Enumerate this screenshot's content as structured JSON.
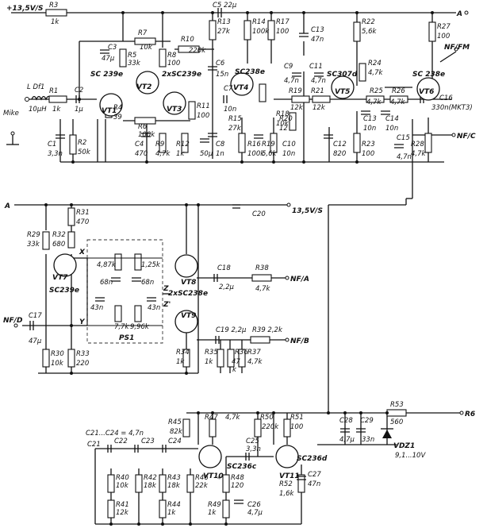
{
  "supply": {
    "rail": "+13,5V/S",
    "rail2": "13,5V/S",
    "node_a": "A"
  },
  "input": {
    "label": "Mike",
    "choke": "L Df1",
    "choke_value": "10µH"
  },
  "outputs": {
    "nf_fm": "NF/FM",
    "nf_c": "NF/C",
    "nf_a": "NF/A",
    "nf_b": "NF/B",
    "nf_d": "NF/D",
    "r6": "R6",
    "c16_note": "330n(MKT3)"
  },
  "transistors": [
    {
      "ref": "VT1",
      "type": "SC 239e"
    },
    {
      "ref": "VT2",
      "type": "2xSC239e"
    },
    {
      "ref": "VT3",
      "type": ""
    },
    {
      "ref": "VT4",
      "type": "SC238e"
    },
    {
      "ref": "VT5",
      "type": "SC307d"
    },
    {
      "ref": "VT6",
      "type": "SC 238e"
    },
    {
      "ref": "VT7",
      "type": "SC239e"
    },
    {
      "ref": "VT8",
      "type": "2xSC238e"
    },
    {
      "ref": "VT9",
      "type": ""
    },
    {
      "ref": "VT10",
      "type": "SC236c"
    },
    {
      "ref": "VT11",
      "type": "SC236d"
    }
  ],
  "block_ps1": {
    "ref": "PS1",
    "values": [
      "4,87k",
      "1,25k",
      "68n",
      "68n",
      "43n",
      "43n",
      "7,7k",
      "9,96k"
    ],
    "pins": [
      "X",
      "Y",
      "Z",
      "Z'"
    ]
  },
  "note_c21_c24": "C21...C24 = 4,7n",
  "zener": {
    "ref": "VDZ1",
    "value": "9,1...10V"
  },
  "parts": {
    "R3": "1k",
    "C5": "22µ",
    "R13": "27k",
    "R14": "100k",
    "R17": "100",
    "C13": "47n",
    "R22": "5,6k",
    "R27": "100",
    "C3": "47µ",
    "R7": "10k",
    "R5": "33k",
    "R8": "100",
    "R10": "220k",
    "R24": "4,7k",
    "C6": "15n",
    "C7": "10n",
    "C9": "4,7n",
    "C11": "4,7n",
    "R19": "12k",
    "R21": "12k",
    "R25": "4,7k",
    "R26": "4,7k",
    "C16": "330n",
    "R1": "1k",
    "C2": "1µ",
    "R4": "39",
    "R11": "100",
    "R15": "27k",
    "R18": "10k",
    "R20": "12",
    "C14": "10n",
    "C1": "3,3n",
    "R2": "50k",
    "R6": "100k",
    "C4": "470",
    "R9": "4,7k",
    "R12": "1k",
    "C8": "1n",
    "C15": "4,7n",
    "R16": "100k",
    "R19b": "5,6k",
    "C10": "10n",
    "C12": "820",
    "R23": "100",
    "R28": "4,7k",
    "C50µ": "50µ",
    "R31": "470",
    "C20": "",
    "R29": "33k",
    "R32": "680",
    "C18": "2,2µ",
    "R38": "4,7k",
    "C17": "47µ",
    "C19": "2,2µ",
    "R39": "2,2k",
    "R30": "10k",
    "R33": "220",
    "R34": "1k",
    "R35": "1k",
    "R36": "47k",
    "R37": "4,7k",
    "R53": "560",
    "C28": "4,7µ",
    "C29": "33n",
    "R45": "82k",
    "R47": "4,7k",
    "R50": "220k",
    "R51": "100",
    "C25": "3,3n",
    "C27": "47n",
    "R52": "1,6k",
    "R40": "10k",
    "R41": "12k",
    "R42": "18k",
    "R43": "18k",
    "R44": "1k",
    "R46": "22k",
    "R48": "120",
    "R49": "1k",
    "C26": "4,7µ"
  },
  "labels": [
    {
      "k": "R3",
      "t": "R3"
    },
    {
      "k": "R3v",
      "t": "1k"
    },
    {
      "k": "C5",
      "t": "C5 22µ"
    },
    {
      "k": "R13",
      "t": "R13"
    },
    {
      "k": "R13v",
      "t": "27k"
    },
    {
      "k": "R14",
      "t": "R14"
    },
    {
      "k": "R14v",
      "t": "100k"
    },
    {
      "k": "R17",
      "t": "R17"
    },
    {
      "k": "R17v",
      "t": "100"
    },
    {
      "k": "C13",
      "t": "C13"
    },
    {
      "k": "C13v",
      "t": "47n"
    },
    {
      "k": "R22",
      "t": "R22"
    },
    {
      "k": "R22v",
      "t": "5,6k"
    },
    {
      "k": "R27",
      "t": "R27"
    },
    {
      "k": "R27v",
      "t": "100"
    },
    {
      "k": "C3",
      "t": "C3"
    },
    {
      "k": "C3v",
      "t": "47µ"
    },
    {
      "k": "R7",
      "t": "R7"
    },
    {
      "k": "R7v",
      "t": "10k"
    },
    {
      "k": "R5",
      "t": "R5"
    },
    {
      "k": "R5v",
      "t": "33k"
    },
    {
      "k": "R8",
      "t": "R8"
    },
    {
      "k": "R8v",
      "t": "100"
    },
    {
      "k": "R10",
      "t": "R10"
    },
    {
      "k": "R10v",
      "t": "220k"
    },
    {
      "k": "R24",
      "t": "R24"
    },
    {
      "k": "R24v",
      "t": "4,7k"
    },
    {
      "k": "C6",
      "t": "C6"
    },
    {
      "k": "C6v",
      "t": "15n"
    },
    {
      "k": "C7",
      "t": "C7"
    },
    {
      "k": "C7v",
      "t": "10n"
    },
    {
      "k": "C9",
      "t": "C9"
    },
    {
      "k": "C9v",
      "t": "4,7n"
    },
    {
      "k": "C11",
      "t": "C11"
    },
    {
      "k": "C11v",
      "t": "4,7n"
    },
    {
      "k": "R19",
      "t": "R19"
    },
    {
      "k": "R19v",
      "t": "12k"
    },
    {
      "k": "R21",
      "t": "R21"
    },
    {
      "k": "R21v",
      "t": "12k"
    },
    {
      "k": "R25",
      "t": "R25"
    },
    {
      "k": "R25v",
      "t": "4,7k"
    },
    {
      "k": "R26",
      "t": "R26"
    },
    {
      "k": "R26v",
      "t": "4,7k"
    },
    {
      "k": "C16",
      "t": "C16"
    },
    {
      "k": "R1",
      "t": "R1"
    },
    {
      "k": "R1v",
      "t": "1k"
    },
    {
      "k": "C2",
      "t": "C2"
    },
    {
      "k": "C2v",
      "t": "1µ"
    },
    {
      "k": "R4",
      "t": "R4"
    },
    {
      "k": "R4v",
      "t": "39"
    },
    {
      "k": "R11",
      "t": "R11"
    },
    {
      "k": "R11v",
      "t": "100"
    },
    {
      "k": "R15",
      "t": "R15"
    },
    {
      "k": "R15v",
      "t": "27k"
    },
    {
      "k": "R18",
      "t": "R18"
    },
    {
      "k": "R18v",
      "t": "10k"
    },
    {
      "k": "R20",
      "t": "R20"
    },
    {
      "k": "R20v",
      "t": "12"
    },
    {
      "k": "C13b",
      "t": "C13"
    },
    {
      "k": "C13bv",
      "t": "10n"
    },
    {
      "k": "C14",
      "t": "C14"
    },
    {
      "k": "C14v",
      "t": "10n"
    },
    {
      "k": "C1",
      "t": "C1"
    },
    {
      "k": "C1v",
      "t": "3,3n"
    },
    {
      "k": "R2",
      "t": "R2"
    },
    {
      "k": "R2v",
      "t": "50k"
    },
    {
      "k": "R6",
      "t": "R6"
    },
    {
      "k": "R6v",
      "t": "100k"
    },
    {
      "k": "C4",
      "t": "C4"
    },
    {
      "k": "C4v",
      "t": "470"
    },
    {
      "k": "R9",
      "t": "R9"
    },
    {
      "k": "R9v",
      "t": "4,7k"
    },
    {
      "k": "R12",
      "t": "R12"
    },
    {
      "k": "R12v",
      "t": "1k"
    },
    {
      "k": "C50",
      "t": "50µ"
    },
    {
      "k": "C8",
      "t": "C8"
    },
    {
      "k": "C8v",
      "t": "1n"
    },
    {
      "k": "C15",
      "t": "C15"
    },
    {
      "k": "C15v",
      "t": "4,7n"
    },
    {
      "k": "R16",
      "t": "R16"
    },
    {
      "k": "R16v",
      "t": "100k"
    },
    {
      "k": "R19b",
      "t": "R19"
    },
    {
      "k": "R19bv",
      "t": "5,6k"
    },
    {
      "k": "C10",
      "t": "C10"
    },
    {
      "k": "C10v",
      "t": "10n"
    },
    {
      "k": "C12",
      "t": "C12"
    },
    {
      "k": "C12v",
      "t": "820"
    },
    {
      "k": "R23",
      "t": "R23"
    },
    {
      "k": "R23v",
      "t": "100"
    },
    {
      "k": "R28",
      "t": "R28"
    },
    {
      "k": "R28v",
      "t": "4,7k"
    },
    {
      "k": "R31",
      "t": "R31"
    },
    {
      "k": "R31v",
      "t": "470"
    },
    {
      "k": "C20",
      "t": "C20"
    },
    {
      "k": "R29",
      "t": "R29"
    },
    {
      "k": "R29v",
      "t": "33k"
    },
    {
      "k": "R32",
      "t": "R32"
    },
    {
      "k": "R32v",
      "t": "680"
    },
    {
      "k": "C18",
      "t": "C18"
    },
    {
      "k": "C18v",
      "t": "2,2µ"
    },
    {
      "k": "R38",
      "t": "R38"
    },
    {
      "k": "R38v",
      "t": "4,7k"
    },
    {
      "k": "C17",
      "t": "C17"
    },
    {
      "k": "C17v",
      "t": "47µ"
    },
    {
      "k": "C19",
      "t": "C19 2,2µ"
    },
    {
      "k": "R39",
      "t": "R39 2,2k"
    },
    {
      "k": "R30",
      "t": "R30"
    },
    {
      "k": "R30v",
      "t": "10k"
    },
    {
      "k": "R33",
      "t": "R33"
    },
    {
      "k": "R33v",
      "t": "220"
    },
    {
      "k": "R34",
      "t": "R34"
    },
    {
      "k": "R34v",
      "t": "1k"
    },
    {
      "k": "R35",
      "t": "R35"
    },
    {
      "k": "R35v",
      "t": "1k"
    },
    {
      "k": "R36",
      "t": "R36"
    },
    {
      "k": "R36v",
      "t": "47"
    },
    {
      "k": "R36k",
      "t": "k"
    },
    {
      "k": "R37",
      "t": "R37"
    },
    {
      "k": "R37v",
      "t": "4,7k"
    },
    {
      "k": "R53",
      "t": "R53"
    },
    {
      "k": "R53v",
      "t": "560"
    },
    {
      "k": "C28",
      "t": "C28"
    },
    {
      "k": "C28v",
      "t": "4,7µ"
    },
    {
      "k": "C29",
      "t": "C29"
    },
    {
      "k": "C29v",
      "t": "33n"
    },
    {
      "k": "R45",
      "t": "R45"
    },
    {
      "k": "R45v",
      "t": "82k"
    },
    {
      "k": "R47",
      "t": "R47"
    },
    {
      "k": "R47v",
      "t": "4,7k"
    },
    {
      "k": "R50",
      "t": "R50"
    },
    {
      "k": "R50v",
      "t": "220k"
    },
    {
      "k": "R51",
      "t": "R51"
    },
    {
      "k": "R51v",
      "t": "100"
    },
    {
      "k": "C25",
      "t": "C25"
    },
    {
      "k": "C25v",
      "t": "3,3n"
    },
    {
      "k": "C27",
      "t": "C27"
    },
    {
      "k": "C27v",
      "t": "47n"
    },
    {
      "k": "R52",
      "t": "R52"
    },
    {
      "k": "R52v",
      "t": "1,6k"
    },
    {
      "k": "C21",
      "t": "C21"
    },
    {
      "k": "C22",
      "t": "C22"
    },
    {
      "k": "C23",
      "t": "C23"
    },
    {
      "k": "C24",
      "t": "C24"
    },
    {
      "k": "R40",
      "t": "R40"
    },
    {
      "k": "R40v",
      "t": "10k"
    },
    {
      "k": "R41",
      "t": "R41"
    },
    {
      "k": "R41v",
      "t": "12k"
    },
    {
      "k": "R42",
      "t": "R42"
    },
    {
      "k": "R42v",
      "t": "18k"
    },
    {
      "k": "R43",
      "t": "R43"
    },
    {
      "k": "R43v",
      "t": "18k"
    },
    {
      "k": "R44",
      "t": "R44"
    },
    {
      "k": "R44v",
      "t": "1k"
    },
    {
      "k": "R46",
      "t": "R46"
    },
    {
      "k": "R46v",
      "t": "22k"
    },
    {
      "k": "R48",
      "t": "R48"
    },
    {
      "k": "R48v",
      "t": "120"
    },
    {
      "k": "R49",
      "t": "R49"
    },
    {
      "k": "R49v",
      "t": "1k"
    },
    {
      "k": "C26",
      "t": "C26"
    },
    {
      "k": "C26v",
      "t": "4,7µ"
    },
    {
      "k": "star",
      "t": "*"
    }
  ]
}
